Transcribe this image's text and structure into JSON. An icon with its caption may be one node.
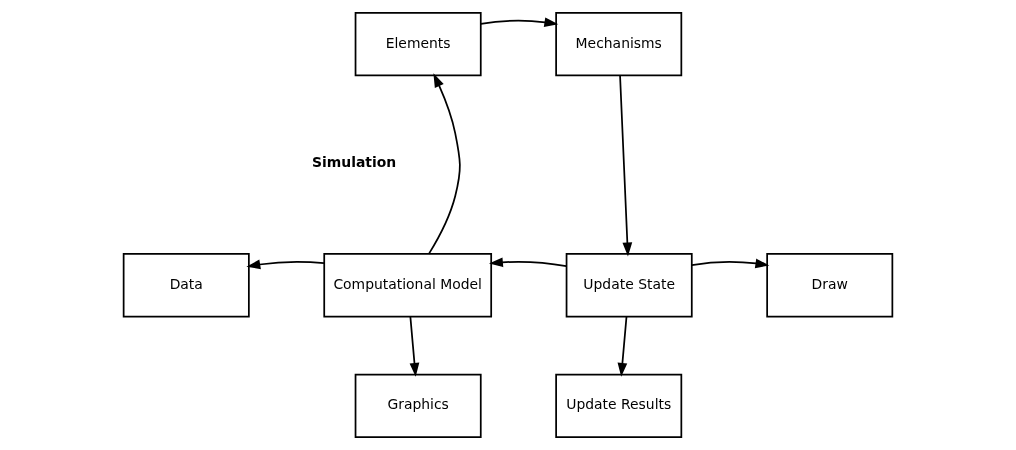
{
  "diagram": {
    "nodes": [
      {
        "text": [
          "Elements"
        ]
      },
      {
        "text": [
          "Mechanisms"
        ]
      },
      {
        "text": [
          "Computational Model"
        ]
      },
      {
        "text": [
          "Update State"
        ]
      },
      {
        "text": [
          "Data"
        ]
      },
      {
        "text": [
          "Draw"
        ]
      },
      {
        "text": [
          "Graphics"
        ]
      },
      {
        "text": [
          "Update Results"
        ]
      }
    ],
    "edges": [
      {
        "from": 0,
        "to": 1,
        "arrow": "to"
      },
      {
        "from": 1,
        "to": 3,
        "arrow": "to"
      },
      {
        "from": 3,
        "to": 2,
        "arrow": "to"
      },
      {
        "from": 2,
        "to": 0,
        "arrow": "to"
      },
      {
        "from": 2,
        "to": 4,
        "arrow": "to"
      },
      {
        "from": 2,
        "to": 6,
        "arrow": "to"
      },
      {
        "from": 3,
        "to": 5,
        "arrow": "to"
      },
      {
        "from": 3,
        "to": 7,
        "arrow": "to"
      }
    ],
    "labels": [
      "Simulation"
    ]
  }
}
